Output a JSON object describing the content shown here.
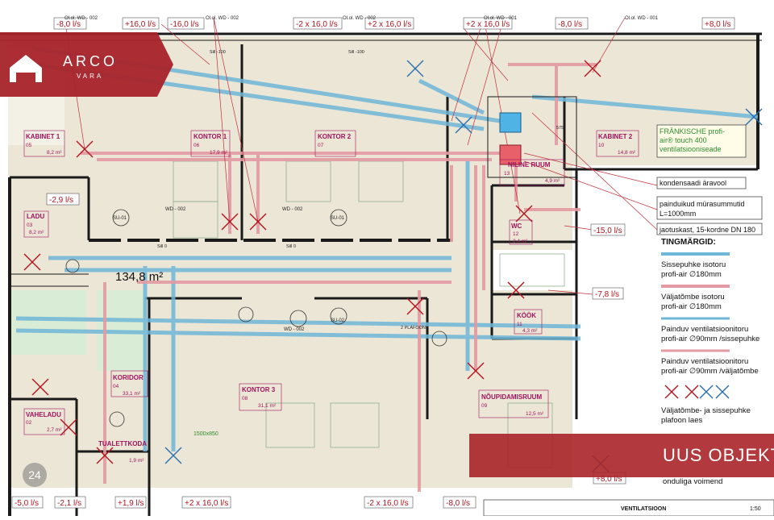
{
  "brand": {
    "name": "ARCO",
    "sub": "VARA",
    "color": "#a8232a"
  },
  "banner": {
    "text": "UUS OBJEKT"
  },
  "badge": "24",
  "area_total": "134,8 m²",
  "rooms": {
    "kabinet1": {
      "name": "KABINET 1",
      "num": "05",
      "area": "8,2 m²"
    },
    "kontor1": {
      "name": "KONTOR 1",
      "num": "06",
      "area": "17,9 m²"
    },
    "kontor2": {
      "name": "KONTOR 2",
      "num": "07"
    },
    "kabinet2": {
      "name": "KABINET 2",
      "num": "10",
      "area": "14,8 m²"
    },
    "tehniline": {
      "name": "NILINE RUUM",
      "num": "13",
      "area": "4,9 m²"
    },
    "ladu": {
      "name": "LADU",
      "num": "03",
      "area": "8,2 m²"
    },
    "wc": {
      "name": "WC",
      "num": "12",
      "area": "2,4 m²"
    },
    "kook": {
      "name": "KÖÖK",
      "num": "11",
      "area": "4,3 m²"
    },
    "koridor": {
      "name": "KORIDOR",
      "num": "04",
      "area": "33,1 m²"
    },
    "kontor3": {
      "name": "KONTOR 3",
      "num": "08",
      "area": "31,1 m²"
    },
    "noupidamis": {
      "name": "NÕUPIDAMISRUUM",
      "num": "09",
      "area": "12,5 m²"
    },
    "vaheladu": {
      "name": "VAHELADU",
      "num": "02",
      "area": "2,7 m²"
    },
    "tualettkoda": {
      "name": "TUALETTKODA",
      "area": "1,9 m²"
    }
  },
  "flows": {
    "f1": "-8,0 l/s",
    "f2": "+16,0 l/s",
    "f3": "-16,0 l/s",
    "f4": "-2 x 16,0 l/s",
    "f5": "+2 x 16,0 l/s",
    "f6": "+2 x 16,0 l/s",
    "f7": "-8,0 l/s",
    "f8": "+8,0 l/s",
    "f9": "-2,9 l/s",
    "f10": "-15,0 l/s",
    "f11": "-7,8 l/s",
    "f12": "+8,0 l/s",
    "f13": "+2 x 16,0 l/s",
    "f14": "-2 x 16,0 l/s",
    "f15": "-8,0 l/s",
    "f16": "-5,0 l/s",
    "f17": "-2,1 l/s",
    "f18": "+1,9 l/s"
  },
  "labels": {
    "wd1": "Ol.ol. WD - 002",
    "wd2": "Ol.ol. WD - 002",
    "wd3": "Ol.ol. WD - 002",
    "wd4": "Ol.ol. WD - 001",
    "wd5": "Ol.ol. WD - 001",
    "wd6": "WD - 002",
    "wd7": "WD - 002",
    "wd8": "WD - 002",
    "su1": "SU-01",
    "su2": "SU-01",
    "su3": "SU-02",
    "sill1": "Sill -100",
    "sill2": "Sill -100",
    "sill3": "Sill 0",
    "sill4": "Sill 0",
    "plafoon": "2 PLAFOONI",
    "dim": "1500x850",
    "num575": "575"
  },
  "equipment": {
    "unit_line1": "FRÄNKISCHE profi-",
    "unit_line2": "air® touch 400",
    "unit_line3": "ventilatsiooniseade"
  },
  "notes": {
    "kondensaadi": "kondensaadi äravool",
    "summutid_1": "painduikud mürasummutid",
    "summutid_2": "L=1000mm",
    "jaotuskast": "jaotuskast, 15-kordne DN 180"
  },
  "legend": {
    "title": "TINGMÄRGID:",
    "items": [
      {
        "l1": "Sissepuhke isotoru",
        "l2": "profi-air ∅180mm",
        "color": "#6fb7d8"
      },
      {
        "l1": "Väljatõmbe isotoru",
        "l2": "profi-air ∅180mm",
        "color": "#e8a1a8"
      },
      {
        "l1": "Painduv ventilatsioonitoru",
        "l2": "profi-air ∅90mm /sissepuhke",
        "color": "#6fb7d8"
      },
      {
        "l1": "Painduv ventilatsioonitoru",
        "l2": "profi-air ∅90mm /väljatõmbe",
        "color": "#e8a1a8"
      }
    ],
    "plafoon_l1": "Väljatõmbe- ja sissepuhke",
    "plafoon_l2": "plafoon laes",
    "cut": "onduliga voimend"
  },
  "titleblock": {
    "name": "VENTILATSIOON",
    "scale": "1:50"
  },
  "colors": {
    "supply": "#6fb7d8",
    "extract": "#e39aa2",
    "wall": "#1a1a1a",
    "floor": "#ece6d6",
    "flowtext": "#b4141e",
    "roomtext": "#a0135e"
  }
}
